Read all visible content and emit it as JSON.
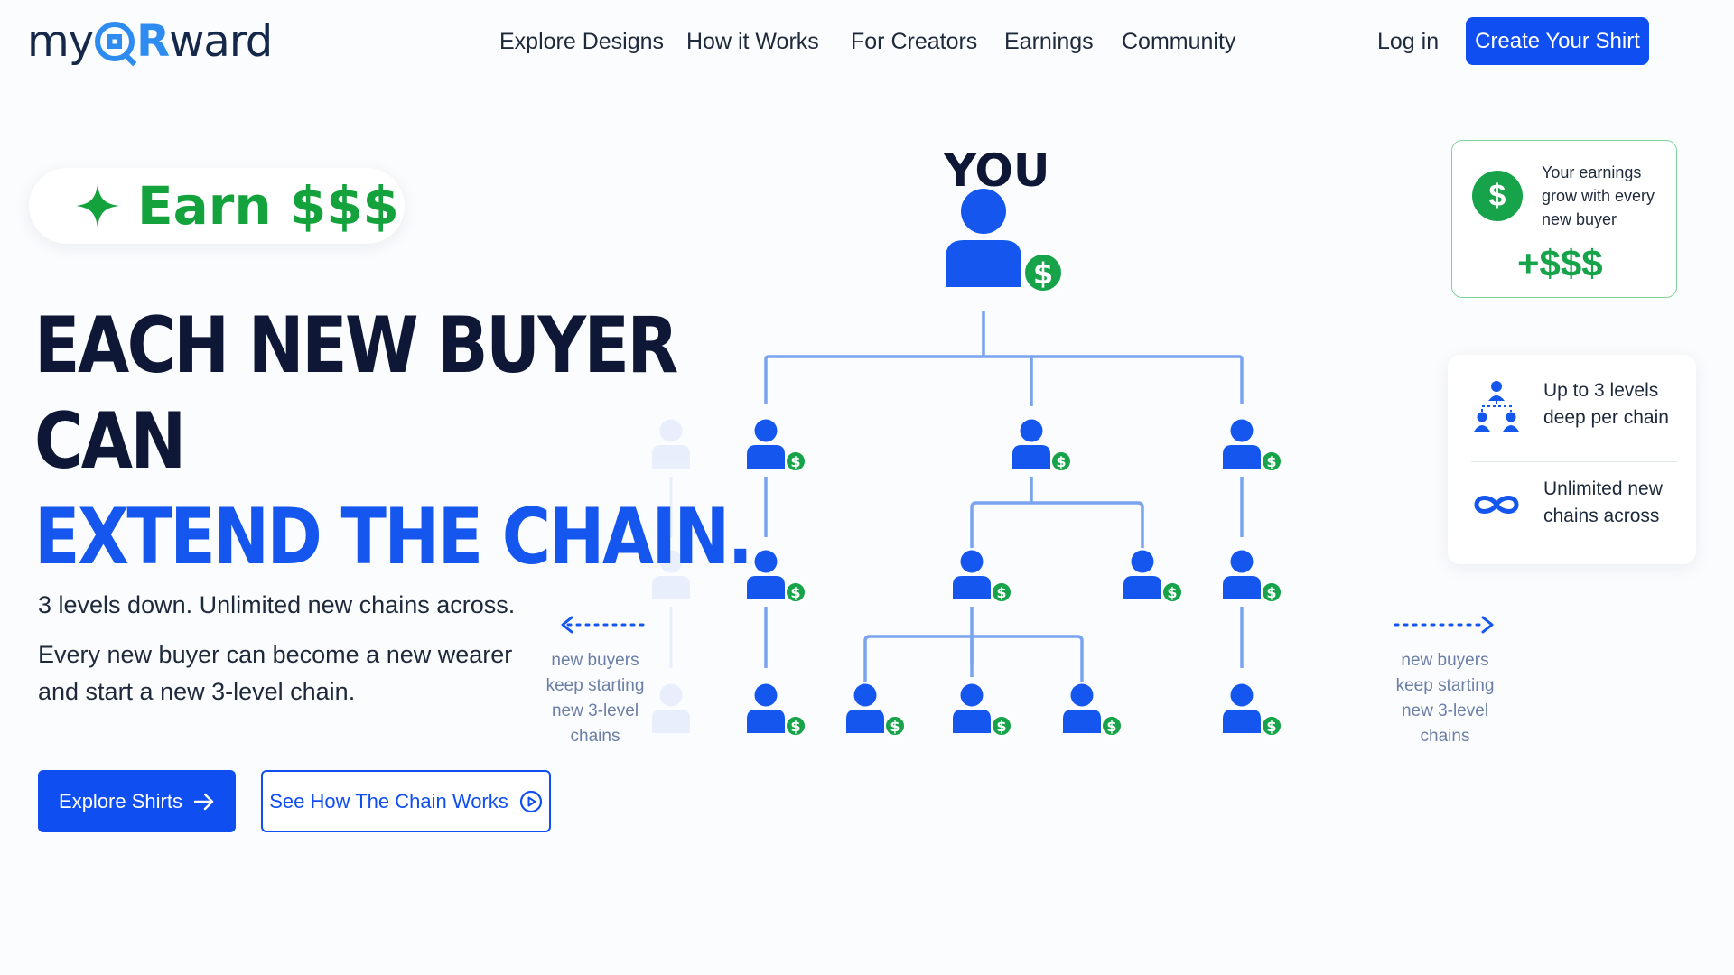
{
  "logo": {
    "prefix": "my",
    "r": "R",
    "suffix": "ward"
  },
  "nav": {
    "links": [
      "Explore Designs",
      "How it Works",
      "For Creators",
      "Earnings",
      "Community"
    ],
    "login": "Log in",
    "cta": "Create Your Shirt"
  },
  "hero": {
    "badge": "Earn $$$",
    "headline_line1": "EACH NEW BUYER",
    "headline_line2": "CAN",
    "headline_line3": "EXTEND THE CHAIN.",
    "subtitle": "3 levels down. Unlimited new chains across.",
    "description": "Every new buyer can become a new wearer and start a new 3-level chain.",
    "primary_button": "Explore Shirts",
    "secondary_button": "See How The Chain Works"
  },
  "diagram": {
    "top_label": "YOU",
    "left_note": "new buyers keep starting new 3-level chains",
    "right_note": "new buyers keep starting new 3-level chains",
    "node_badge": "$"
  },
  "cards": {
    "earnings_text": "Your earnings grow with every new buyer",
    "earnings_amount": "+$$$",
    "coin": "$",
    "levels_text": "Up to 3 levels deep per chain",
    "chains_text": "Unlimited new chains across"
  },
  "colors": {
    "brand_blue": "#0f4ef0",
    "node_blue": "#1456ee",
    "money_green": "#16a34a",
    "line_blue": "#7aa3f0"
  }
}
